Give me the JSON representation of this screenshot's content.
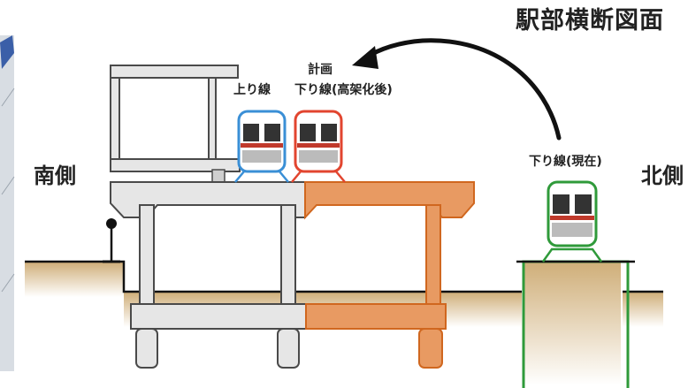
{
  "title": "駅部横断図面",
  "direction": {
    "south": "南側",
    "north": "北側"
  },
  "labels": {
    "plan": "計画",
    "up_line": "上り線",
    "down_line_after": "下り線(高架化後)",
    "down_line_current": "下り線(現在)"
  },
  "colors": {
    "up_line_train": "#3a8fd6",
    "down_line_after_train": "#e2452f",
    "down_line_current_train": "#2f9a3a",
    "existing_structure": "#e6e6e6",
    "new_structure": "#e89a62",
    "ground": "#c9a468",
    "outline": "#4a4a4a",
    "arrow": "#111111"
  },
  "icons": {
    "transition_arrow": "curved-arrow-icon",
    "signal": "signal-icon"
  }
}
